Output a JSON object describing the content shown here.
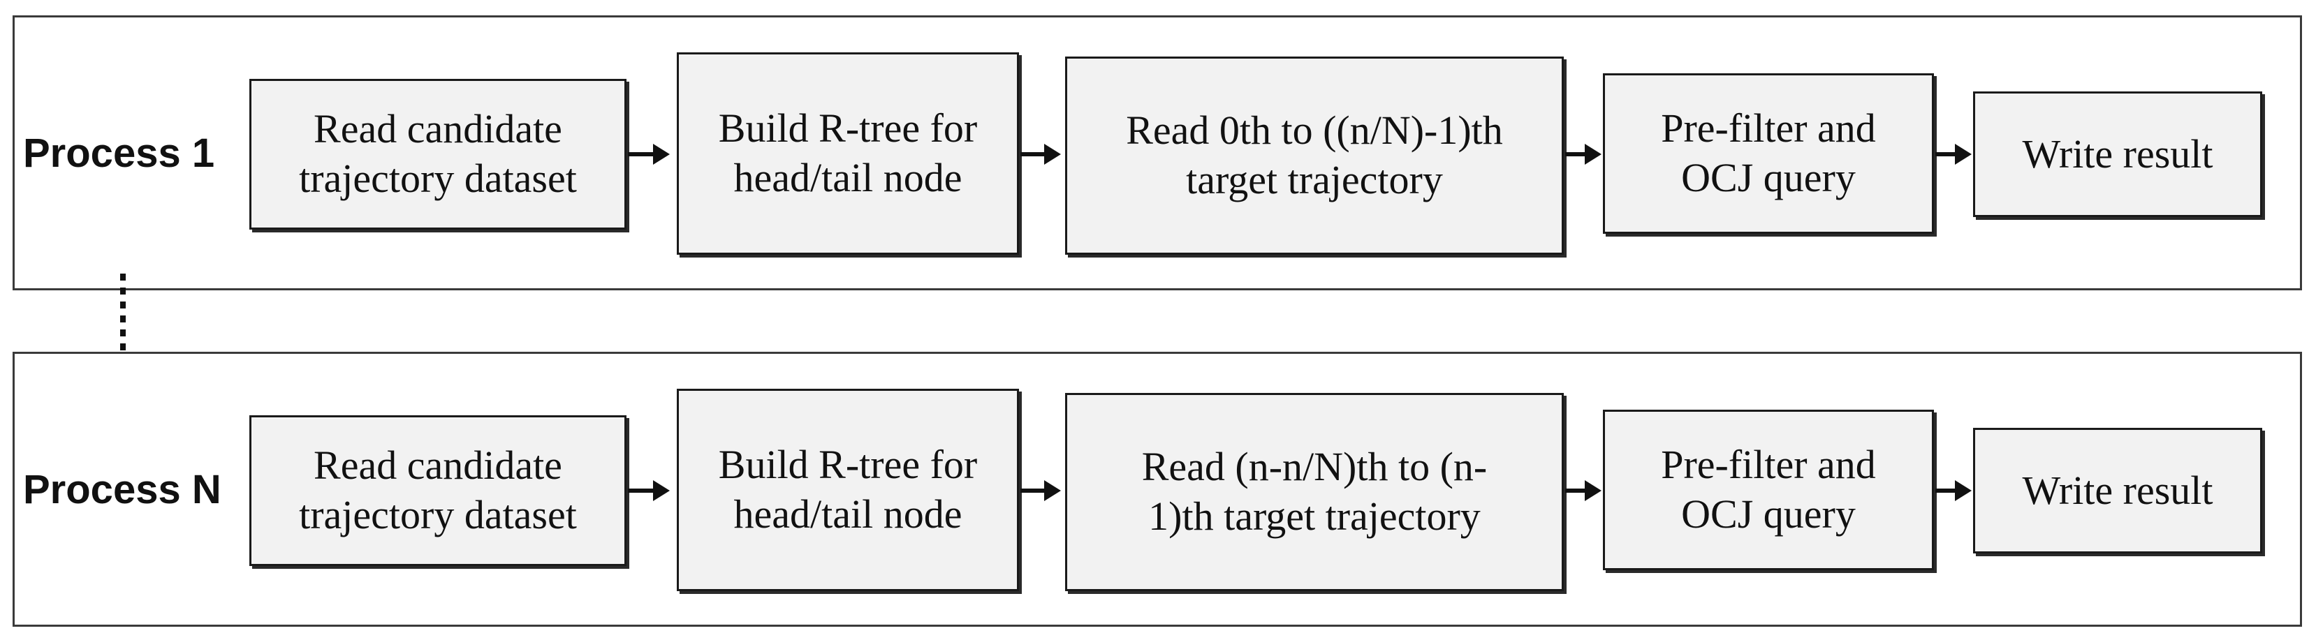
{
  "processes": [
    {
      "label": "Process 1",
      "steps": [
        "Read candidate\ntrajectory dataset",
        "Build R-tree for\nhead/tail node",
        "Read 0th to ((n/N)-1)th\ntarget trajectory",
        "Pre-filter and\nOCJ query",
        "Write result"
      ]
    },
    {
      "label": "Process N",
      "steps": [
        "Read candidate\ntrajectory dataset",
        "Build R-tree for\nhead/tail node",
        "Read (n-n/N)th to (n-\n1)th target trajectory",
        "Pre-filter and\nOCJ query",
        "Write result"
      ]
    }
  ]
}
